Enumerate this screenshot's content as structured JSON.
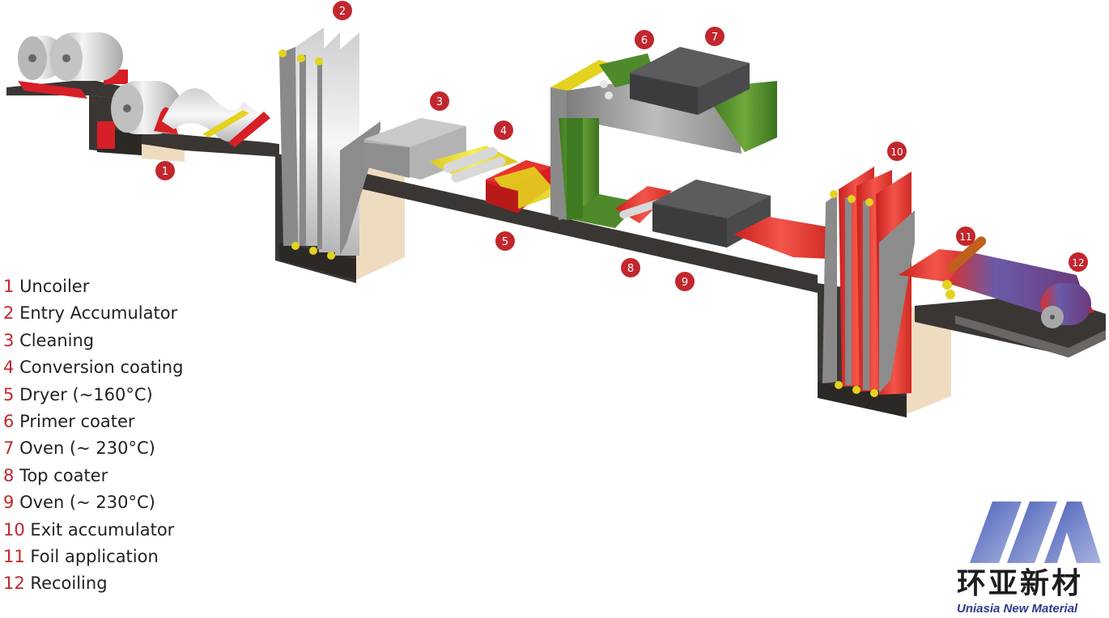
{
  "diagram": {
    "markers": [
      "1",
      "2",
      "3",
      "4",
      "5",
      "6",
      "7",
      "8",
      "9",
      "10",
      "11",
      "12"
    ],
    "legend": [
      {
        "num": "1",
        "label": "Uncoiler"
      },
      {
        "num": "2",
        "label": "Entry Accumulator"
      },
      {
        "num": "3",
        "label": "Cleaning"
      },
      {
        "num": "4",
        "label": "Conversion coating"
      },
      {
        "num": "5",
        "label": "Dryer (~160°C)"
      },
      {
        "num": "6",
        "label": "Primer coater"
      },
      {
        "num": "7",
        "label": "Oven (~ 230°C)"
      },
      {
        "num": "8",
        "label": "Top coater"
      },
      {
        "num": "9",
        "label": "Oven (~ 230°C)"
      },
      {
        "num": "10",
        "label": "Exit accumulator"
      },
      {
        "num": "11",
        "label": "Foil application"
      },
      {
        "num": "12",
        "label": "Recoiling"
      }
    ]
  },
  "logo": {
    "chinese": "环亚新材",
    "english": "Uniasia New Material"
  },
  "colors": {
    "marker": "#c1272d",
    "legend_number": "#c1272d",
    "floor": "#3a3634",
    "pit_wall": "#efdcc0",
    "strip_red": "#e8322e",
    "strip_green": "#4f8a2a",
    "coater_yellow": "#f0e02a",
    "oven_gray": "#4a4a4c"
  }
}
